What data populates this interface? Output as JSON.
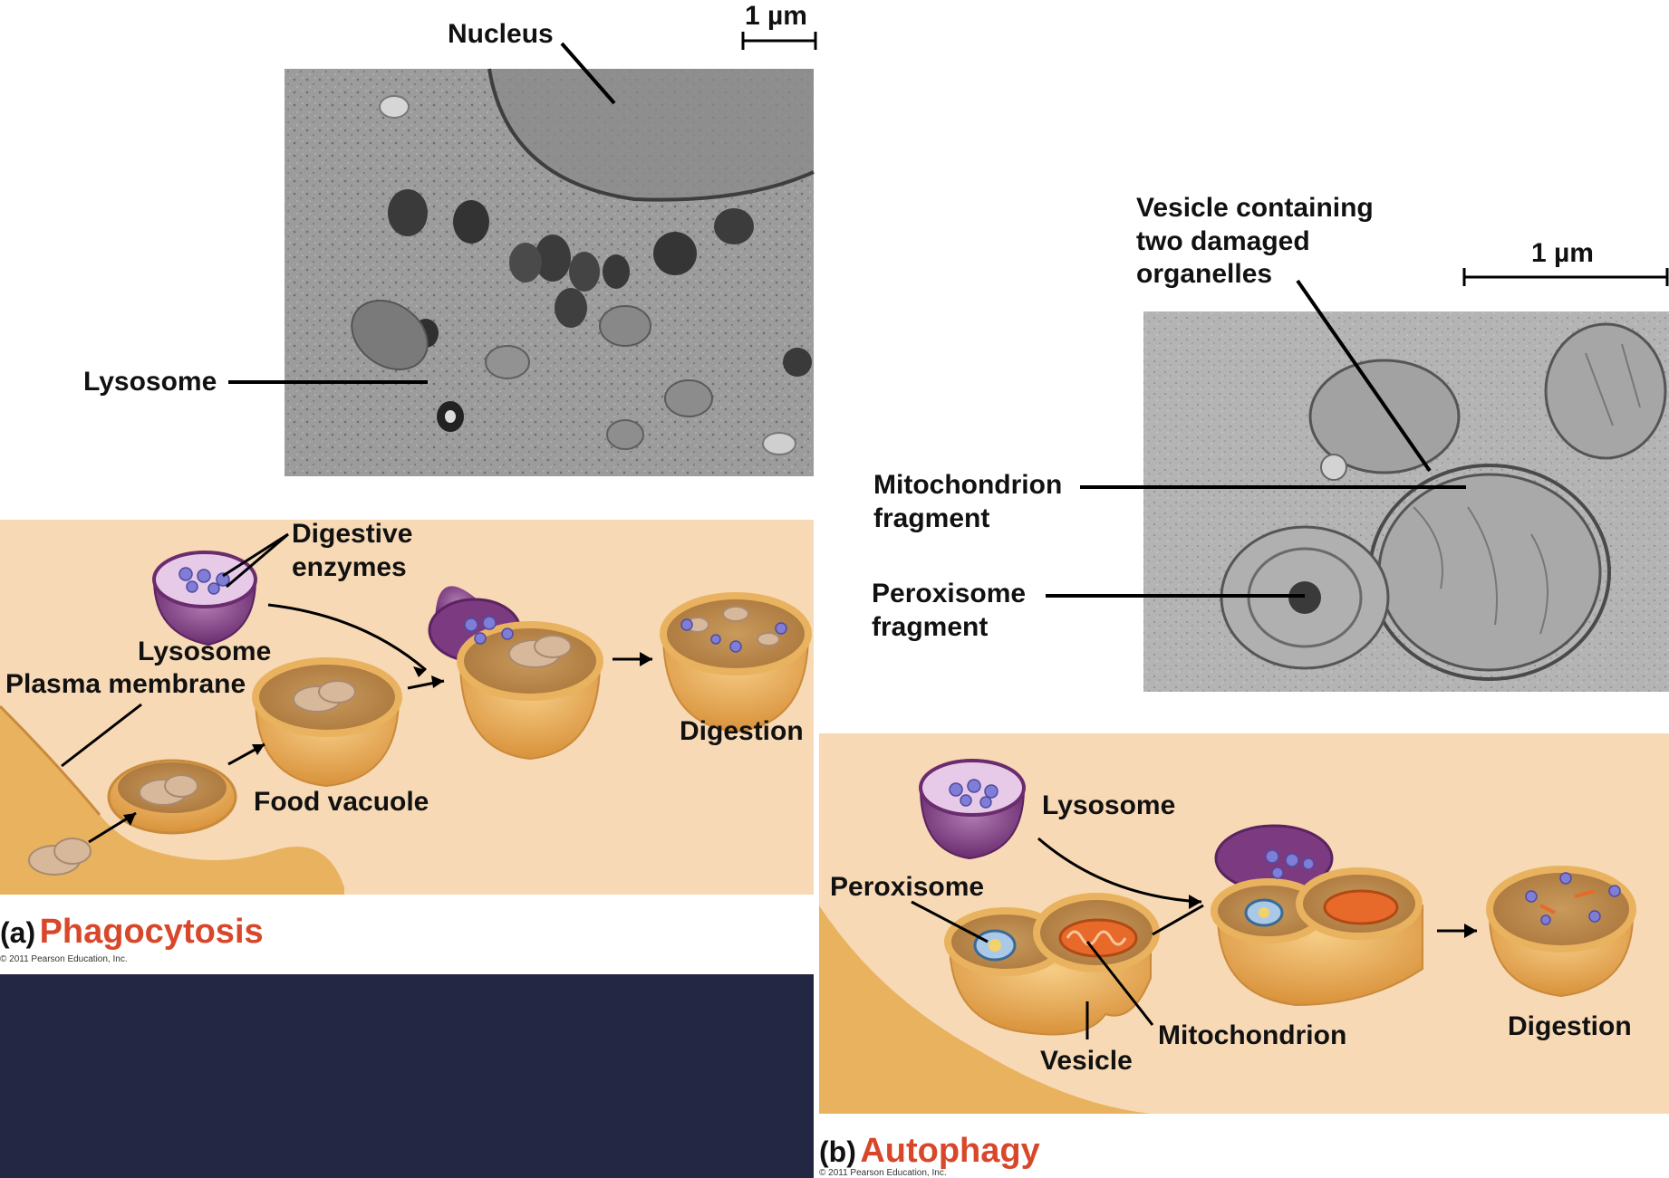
{
  "top_left": {
    "scale_label": "1 µm",
    "nucleus_label": "Nucleus",
    "lysosome_label": "Lysosome"
  },
  "phagocytosis": {
    "digestive_enzymes_label": "Digestive\nenzymes",
    "lysosome_label": "Lysosome",
    "plasma_membrane_label": "Plasma membrane",
    "food_vacuole_label": "Food vacuole",
    "digestion_label": "Digestion",
    "caption_letter": "(a)",
    "caption_title": "Phagocytosis",
    "copyright": "© 2011 Pearson Education, Inc."
  },
  "top_right": {
    "vesicle_label": "Vesicle containing\ntwo damaged\norganelles",
    "scale_label": "1 µm",
    "mito_fragment_label": "Mitochondrion\nfragment",
    "perox_fragment_label": "Peroxisome\nfragment"
  },
  "autophagy": {
    "lysosome_label": "Lysosome",
    "peroxisome_label": "Peroxisome",
    "mitochondrion_label": "Mitochondrion",
    "vesicle_label": "Vesicle",
    "digestion_label": "Digestion",
    "caption_letter": "(b)",
    "caption_title": "Autophagy",
    "copyright": "© 2011 Pearson Education, Inc."
  },
  "colors": {
    "panel_bg": "#f7d9b5",
    "dark_footer": "#232744",
    "lysosome_purple": "#7c3a80",
    "vacuole_orange": "#e9b25f",
    "caption_red": "#d9472b",
    "micrograph_gray": "#9a9a9a"
  }
}
